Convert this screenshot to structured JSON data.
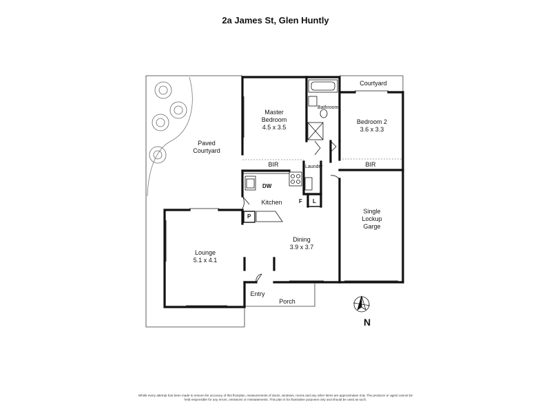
{
  "title": "2a James St, Glen Huntly",
  "rooms": {
    "master_bedroom": {
      "name": "Master\nBedroom",
      "size": "4.5 x 3.5"
    },
    "bedroom2": {
      "name": "Bedroom 2",
      "size": "3.6 x 3.3"
    },
    "paved_courtyard": {
      "name": "Paved\nCourtyard"
    },
    "courtyard": {
      "name": "Courtyard"
    },
    "bathroom": {
      "name": "Bathroom"
    },
    "laundry": {
      "name": "Laundry"
    },
    "bir_left": {
      "name": "BIR"
    },
    "bir_right": {
      "name": "BIR"
    },
    "kitchen": {
      "name": "Kitchen"
    },
    "dining": {
      "name": "Dining",
      "size": "3.9 x 3.7"
    },
    "lounge": {
      "name": "Lounge",
      "size": "5.1 x 4.1"
    },
    "garage": {
      "name": "Single\nLockup\nGarge"
    },
    "entry": {
      "name": "Entry"
    },
    "porch": {
      "name": "Porch"
    }
  },
  "fixtures": {
    "dw": "DW",
    "f": "F",
    "l": "L",
    "p": "P"
  },
  "north": "N",
  "disclaimer": "Whilst every attempt has been made to ensure the accuracy of this floorplan, measurements of doors, windows, rooms and any other items are approximates only. The producer or agent cannot be held responsible for any errors, omissions or misstatements. This plan is for illustrative purposes only and should be used as such."
}
